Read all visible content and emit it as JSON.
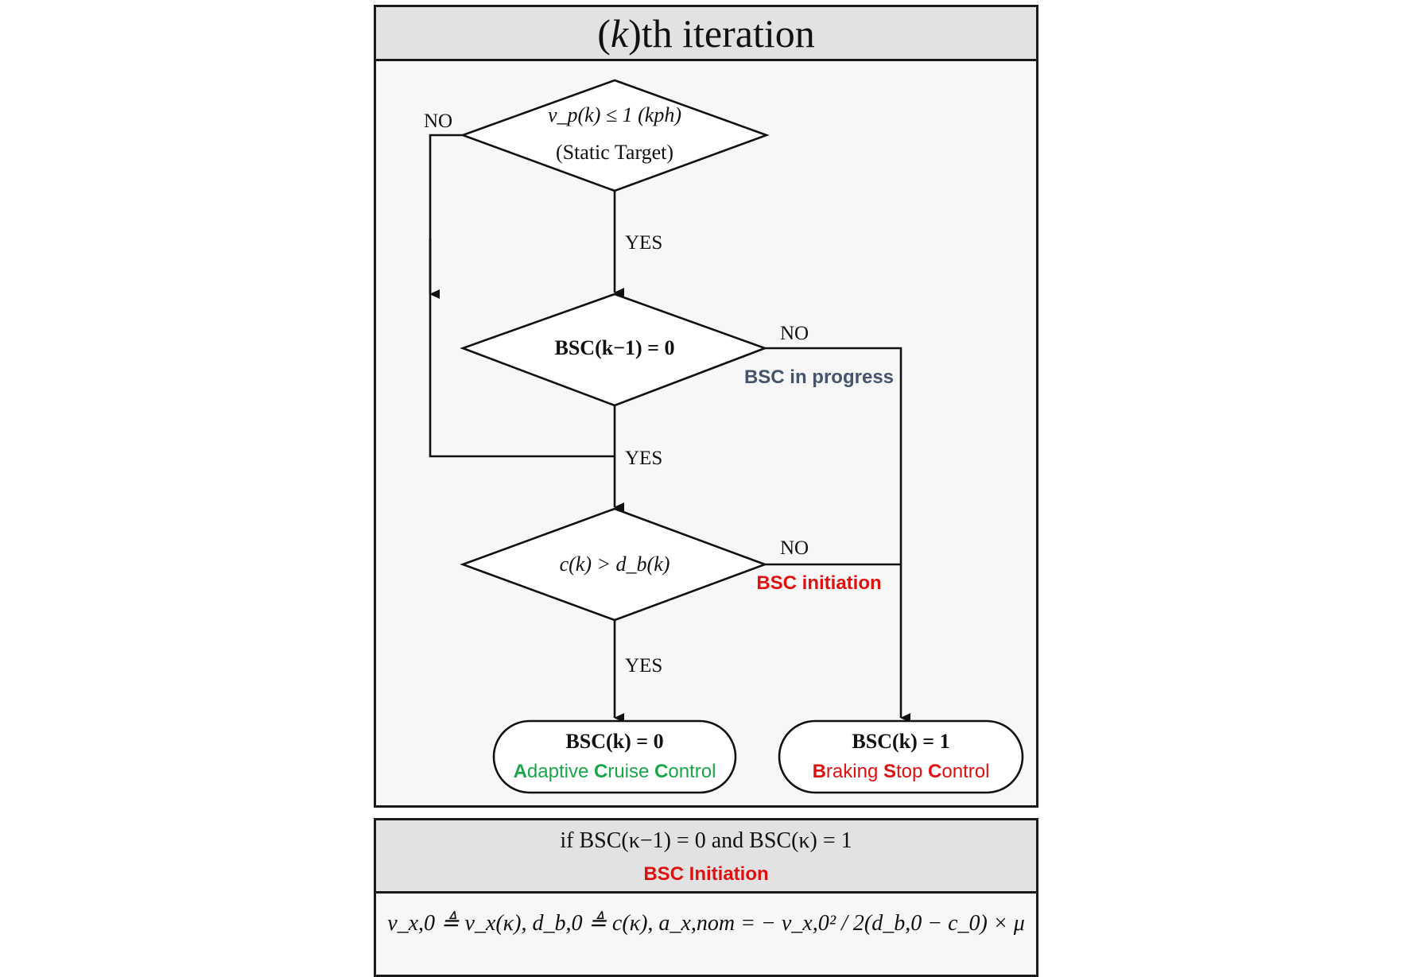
{
  "top_panel": {
    "title_prefix": "(",
    "title_var": "k",
    "title_suffix": ")th iteration"
  },
  "decisions": {
    "d1": {
      "line1": "v_p(k) ≤ 1 (kph)",
      "line2": "(Static Target)"
    },
    "d2": {
      "text": "BSC(k−1) = 0"
    },
    "d3": {
      "text": "c(k) > d_b(k)"
    }
  },
  "edge_labels": {
    "d1_no": "NO",
    "d1_yes": "YES",
    "d2_no": "NO",
    "d2_yes": "YES",
    "d3_no": "NO",
    "d3_yes": "YES",
    "bsc_in_progress": "BSC in progress",
    "bsc_initiation": "BSC initiation"
  },
  "terminals": {
    "acc": {
      "formula": "BSC(k) = 0",
      "name_parts": [
        "A",
        "daptive ",
        "C",
        "ruise ",
        "C",
        "ontrol"
      ]
    },
    "bsc": {
      "formula": "BSC(k) = 1",
      "name_parts": [
        "B",
        "raking ",
        "S",
        "top ",
        "C",
        "ontrol"
      ]
    }
  },
  "bottom_panel": {
    "condition": "if  BSC(κ−1) = 0 and BSC(κ) = 1",
    "label": "BSC Initiation",
    "equation": "v_x,0 ≜ v_x(κ), d_b,0 ≜ c(κ), a_x,nom = − v_x,0² / 2(d_b,0 − c_0) × μ"
  },
  "colors": {
    "frame": "#1a1a1a",
    "header_band": "#e2e2e2",
    "panel_bg": "#f7f7f7",
    "progress_label": "#44546a",
    "red_label": "#e01010",
    "green_label": "#1aa64a"
  }
}
